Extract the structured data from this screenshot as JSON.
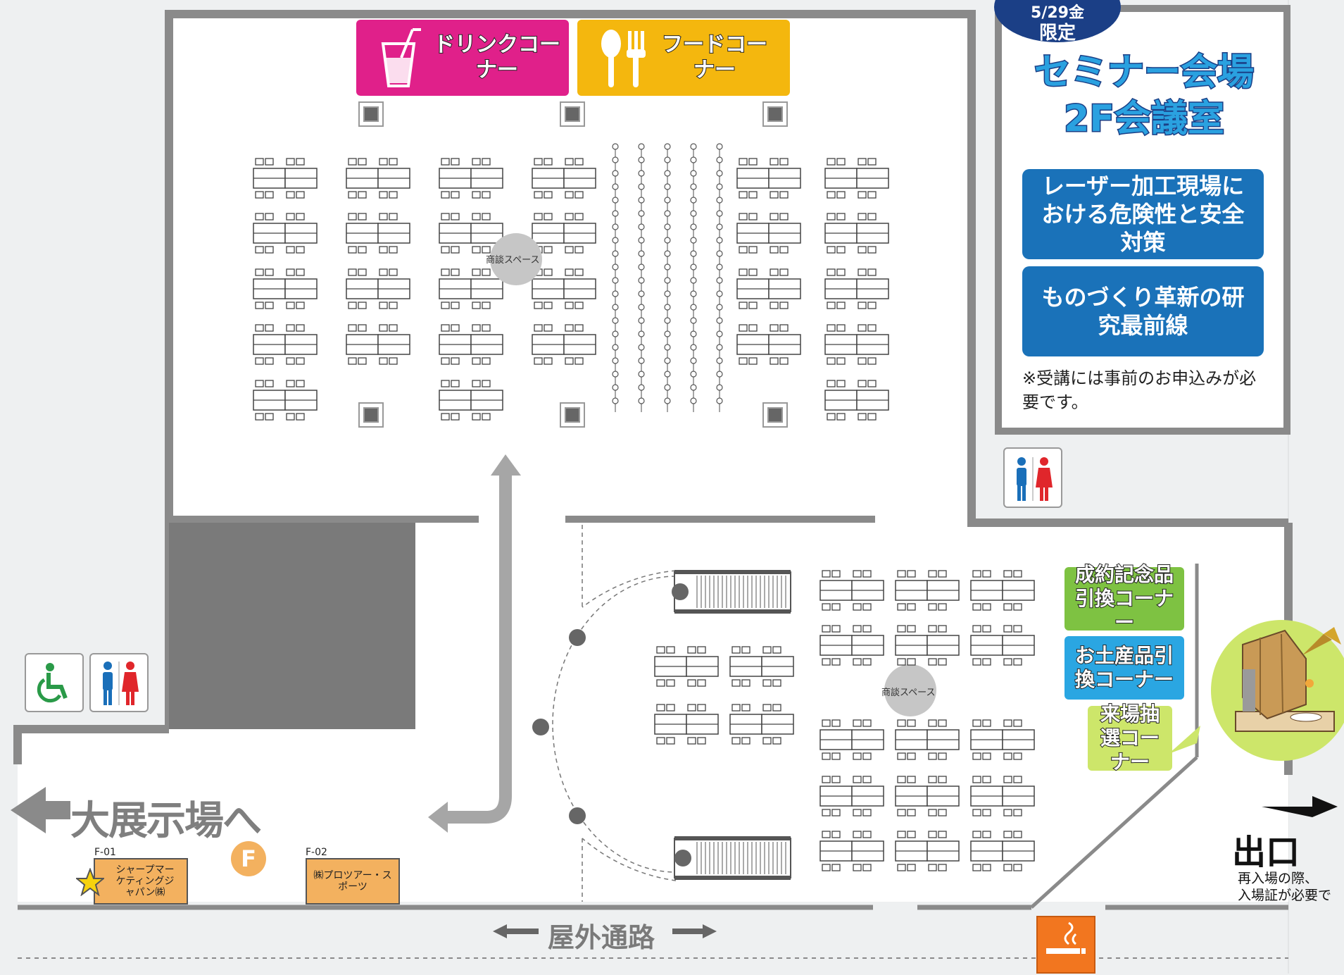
{
  "seminar": {
    "date_badge": "5/29金",
    "date_badge_sub": "限定",
    "title_line1": "セミナー会場",
    "title_line2": "2F会議室",
    "topics": [
      {
        "label": "レーザー加工現場における危険性と安全対策"
      },
      {
        "label": "ものづくり革新の研究最前線"
      }
    ],
    "note": "※受講には事前のお申込みが必要です。"
  },
  "corners": {
    "drink": "ドリンクコーナー",
    "food": "フードコーナー",
    "contract": "成約記念品引換コーナー",
    "souvenir": "お土産品引換コーナー",
    "lottery": "来場抽選コーナー"
  },
  "meeting_space_label": "商談スペース",
  "main_hall_label": "大展示場へ",
  "outdoor_path_label": "屋外通路",
  "exit": {
    "label": "出口",
    "note_line1": "再入場の際、",
    "note_line2": "入場証が必要で"
  },
  "zone_marker": "F",
  "booths": [
    {
      "id": "F-01",
      "name": "シャープマーケティングジャパン㈱"
    },
    {
      "id": "F-02",
      "name": "㈱プロツアー・スポーツ"
    }
  ],
  "icons": [
    "wheelchair-icon",
    "restroom-icon",
    "drink-icon",
    "food-icon",
    "smoking-icon",
    "star-icon",
    "arrow-icon"
  ],
  "colors": {
    "drink": "#e0208a",
    "food": "#f4b70e",
    "seminar_blue": "#1a72b9",
    "corner_green": "#7ec242",
    "corner_blue": "#2aa6e2",
    "booth_orange": "#f3b15f",
    "smoking_orange": "#f2761f",
    "wall_gray": "#8a8a8a"
  }
}
